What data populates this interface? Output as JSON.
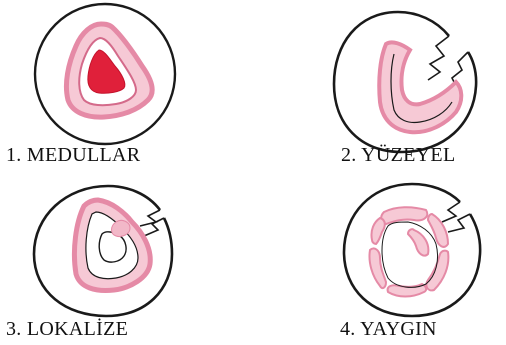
{
  "panels": [
    {
      "number": "1.",
      "label": "1. MEDULLAR",
      "icon": "medullary-infarct-circle-icon"
    },
    {
      "number": "2.",
      "label": "2. YÜZEYEL",
      "icon": "superficial-infarct-circle-icon"
    },
    {
      "number": "3.",
      "label": "3. LOKALİZE",
      "icon": "localized-infarct-circle-icon"
    },
    {
      "number": "4.",
      "label": "4. YAYGIN",
      "icon": "diffuse-infarct-circle-icon"
    }
  ],
  "colors": {
    "outline": "#1a1a1a",
    "pink_ring": "#e58aa6",
    "pink_fill": "#f2b8c8",
    "red_core": "#e0203a",
    "background": "#ffffff"
  }
}
